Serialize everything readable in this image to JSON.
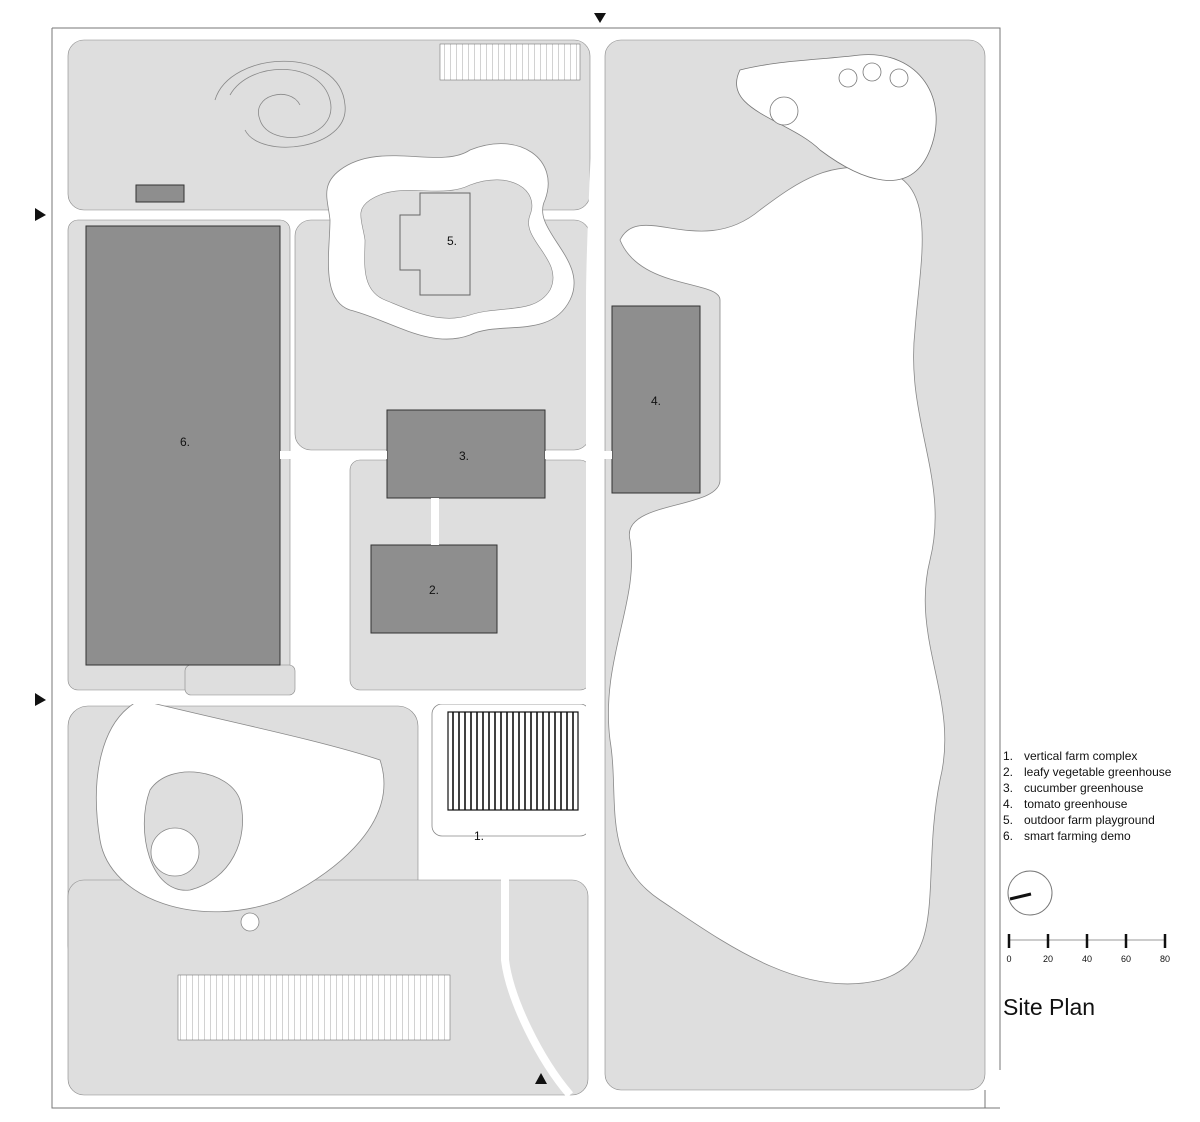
{
  "buildings": [
    {
      "num": "1.",
      "name": "vertical farm complex"
    },
    {
      "num": "2.",
      "name": "leafy vegetable greenhouse"
    },
    {
      "num": "3.",
      "name": "cucumber greenhouse"
    },
    {
      "num": "4.",
      "name": "tomato greenhouse"
    },
    {
      "num": "5.",
      "name": "outdoor farm playground"
    },
    {
      "num": "6.",
      "name": "smart farming demo"
    }
  ],
  "scale": {
    "ticks": [
      "0",
      "20",
      "40",
      "60",
      "80"
    ]
  },
  "title": "Site Plan",
  "colors": {
    "lawn": "#dedede",
    "building": "#8e8e8e",
    "path": "#ffffff",
    "outline": "#6a6a6a"
  },
  "icons": [
    "entrance-arrow-icon",
    "north-arrow-icon"
  ]
}
